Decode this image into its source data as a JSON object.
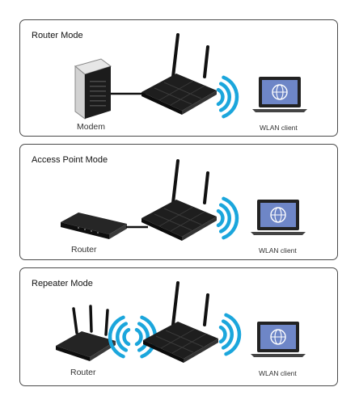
{
  "panels": [
    {
      "title": "Router Mode",
      "left_label": "Modem",
      "right_label": "WLAN client"
    },
    {
      "title": "Access Point Mode",
      "left_label": "Router",
      "right_label": "WLAN client"
    },
    {
      "title": "Repeater Mode",
      "left_label": "Router",
      "right_label": "WLAN client"
    }
  ],
  "colors": {
    "wifi": "#1ba6dc",
    "device": "#1a1a1a",
    "screen": "#6e86c7",
    "border": "#4a4a4a"
  }
}
